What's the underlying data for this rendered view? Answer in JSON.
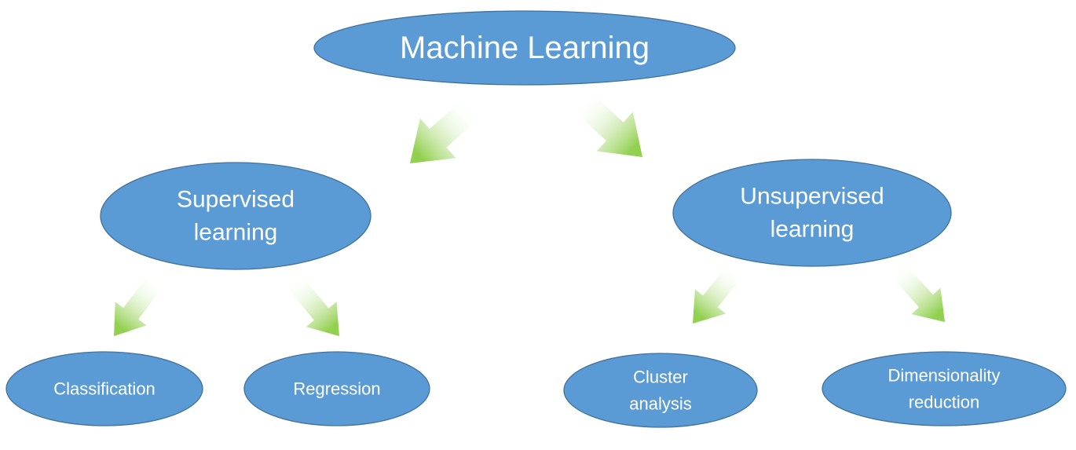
{
  "diagram": {
    "title": "Machine Learning",
    "colors": {
      "node_fill": "#5B9BD5",
      "node_stroke": "#41719C",
      "text": "#FFFFFF",
      "arrow_start": "#FFFFFF",
      "arrow_end": "#92D050"
    },
    "nodes": [
      {
        "id": "machine-learning",
        "lines": [
          "Machine Learning"
        ],
        "level": 0
      },
      {
        "id": "supervised-learning",
        "lines": [
          "Supervised",
          "learning"
        ],
        "level": 1,
        "parent": "machine-learning"
      },
      {
        "id": "unsupervised-learning",
        "lines": [
          "Unsupervised",
          "learning"
        ],
        "level": 1,
        "parent": "machine-learning"
      },
      {
        "id": "classification",
        "lines": [
          "Classification"
        ],
        "level": 2,
        "parent": "supervised-learning"
      },
      {
        "id": "regression",
        "lines": [
          "Regression"
        ],
        "level": 2,
        "parent": "supervised-learning"
      },
      {
        "id": "cluster-analysis",
        "lines": [
          "Cluster",
          "analysis"
        ],
        "level": 2,
        "parent": "unsupervised-learning"
      },
      {
        "id": "dimensionality-reduction",
        "lines": [
          "Dimensionality",
          "reduction"
        ],
        "level": 2,
        "parent": "unsupervised-learning"
      }
    ],
    "edges": [
      {
        "from": "machine-learning",
        "to": "supervised-learning"
      },
      {
        "from": "machine-learning",
        "to": "unsupervised-learning"
      },
      {
        "from": "supervised-learning",
        "to": "classification"
      },
      {
        "from": "supervised-learning",
        "to": "regression"
      },
      {
        "from": "unsupervised-learning",
        "to": "cluster-analysis"
      },
      {
        "from": "unsupervised-learning",
        "to": "dimensionality-reduction"
      }
    ]
  }
}
